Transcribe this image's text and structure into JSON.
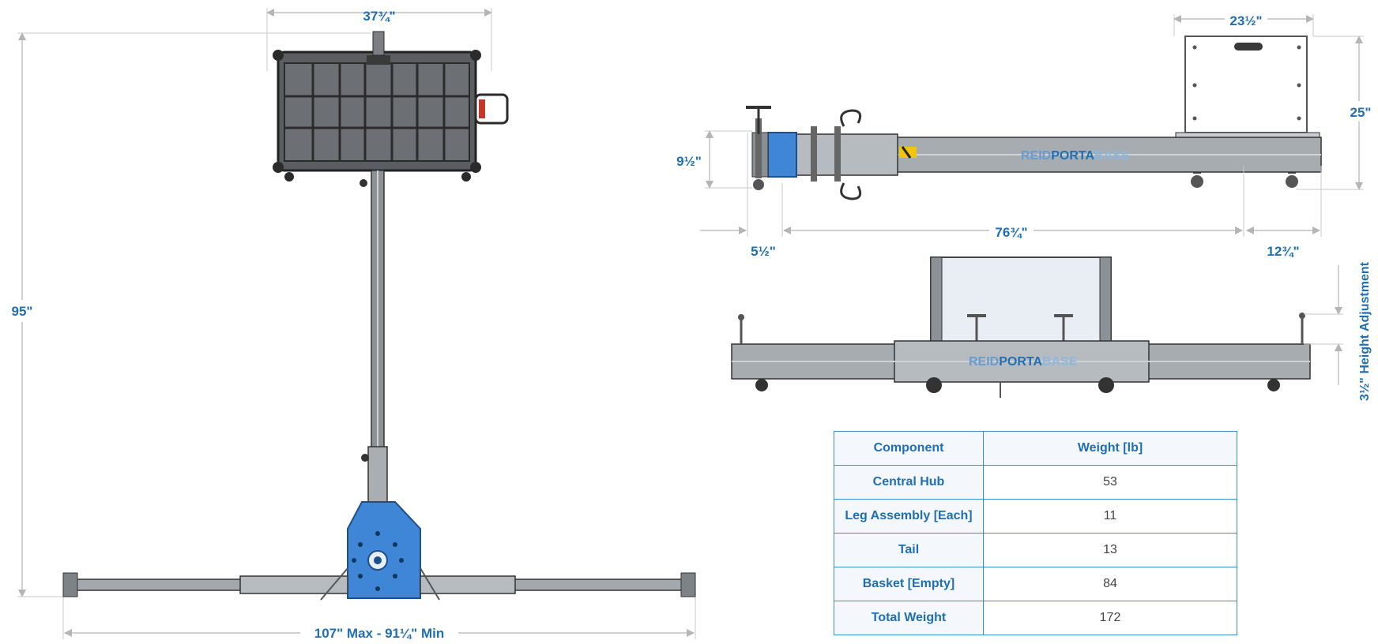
{
  "dimensions": {
    "top_width": "37¾\"",
    "total_height": "95\"",
    "base_width": "107\" Max - 91¼\" Min",
    "basket_width": "23½\"",
    "basket_height": "25\"",
    "hub_height": "9½\"",
    "hub_offset": "5½\"",
    "tail_length": "76¾\"",
    "rear_offset": "12¾\"",
    "height_adjustment": "3½\" Height Adjustment"
  },
  "brand": {
    "reid": "REID",
    "porta": "PORTA",
    "base": "BASE"
  },
  "weights_table": {
    "header_component": "Component",
    "header_weight": "Weight [lb]",
    "rows": [
      {
        "component": "Central Hub",
        "weight": "53"
      },
      {
        "component": "Leg Assembly [Each]",
        "weight": "11"
      },
      {
        "component": "Tail",
        "weight": "13"
      },
      {
        "component": "Basket [Empty]",
        "weight": "84"
      },
      {
        "component": "Total Weight",
        "weight": "172"
      }
    ]
  },
  "colors": {
    "accent_blue": "#1f6fb5",
    "hub_blue": "#3f86d6",
    "frame_gray": "#9aa0a6",
    "arrow_gray": "#b7b7b7"
  }
}
